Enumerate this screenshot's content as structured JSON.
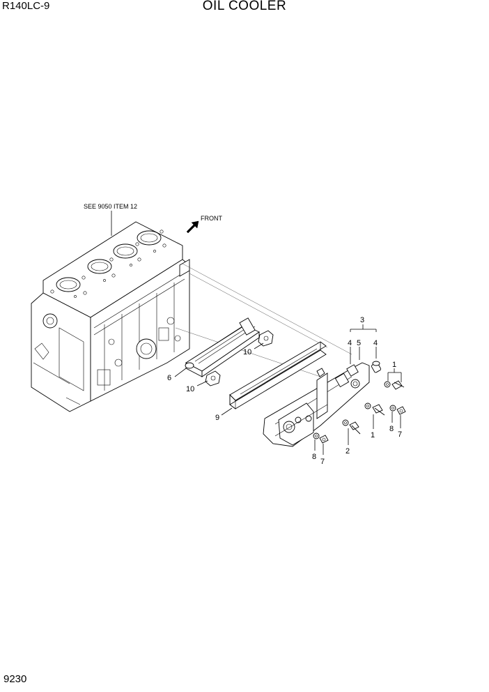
{
  "header": {
    "model": "R140LC-9",
    "title": "OIL COOLER"
  },
  "footer": {
    "page_number": "9230"
  },
  "callouts": {
    "see_ref": "SEE 9050 ITEM 12",
    "front": "FRONT",
    "items": {
      "c1a": "1",
      "c1b": "1",
      "c2": "2",
      "c3": "3",
      "c4a": "4",
      "c4b": "4",
      "c5": "5",
      "c6": "6",
      "c7a": "7",
      "c7b": "7",
      "c8a": "8",
      "c8b": "8",
      "c9": "9",
      "c10a": "10",
      "c10b": "10"
    }
  }
}
